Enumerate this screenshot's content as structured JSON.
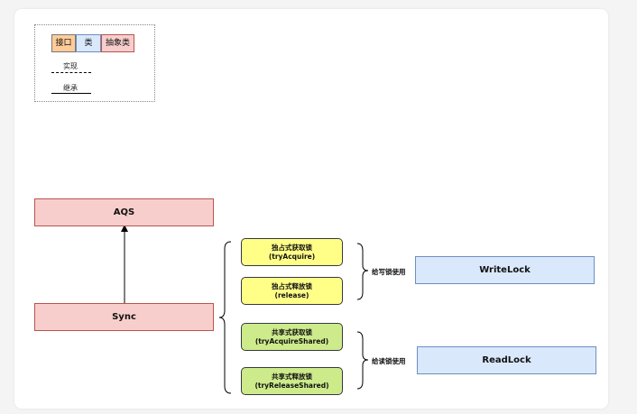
{
  "legend": {
    "interface": "接口",
    "class": "类",
    "abstract_class": "抽象类",
    "implements": "实现",
    "extends": "继承"
  },
  "nodes": {
    "aqs": "AQS",
    "sync": "Sync",
    "exclusive_acquire": {
      "title": "独占式获取锁",
      "method": "(tryAcquire)"
    },
    "exclusive_release": {
      "title": "独占式释放锁",
      "method": "(release)"
    },
    "shared_acquire": {
      "title": "共享式获取锁",
      "method": "(tryAcquireShared)"
    },
    "shared_release": {
      "title": "共享式释放锁",
      "method": "(tryReleaseShared)"
    },
    "write_lock": "WriteLock",
    "read_lock": "ReadLock"
  },
  "labels": {
    "for_write_lock": "给写锁使用",
    "for_read_lock": "给读锁使用"
  },
  "colors": {
    "abstract_class_fill": "#f8cecc",
    "class_fill": "#dae8fc",
    "interface_fill": "#ffcc99",
    "exclusive_fill": "#ffff88",
    "shared_fill": "#cdeb8b"
  }
}
